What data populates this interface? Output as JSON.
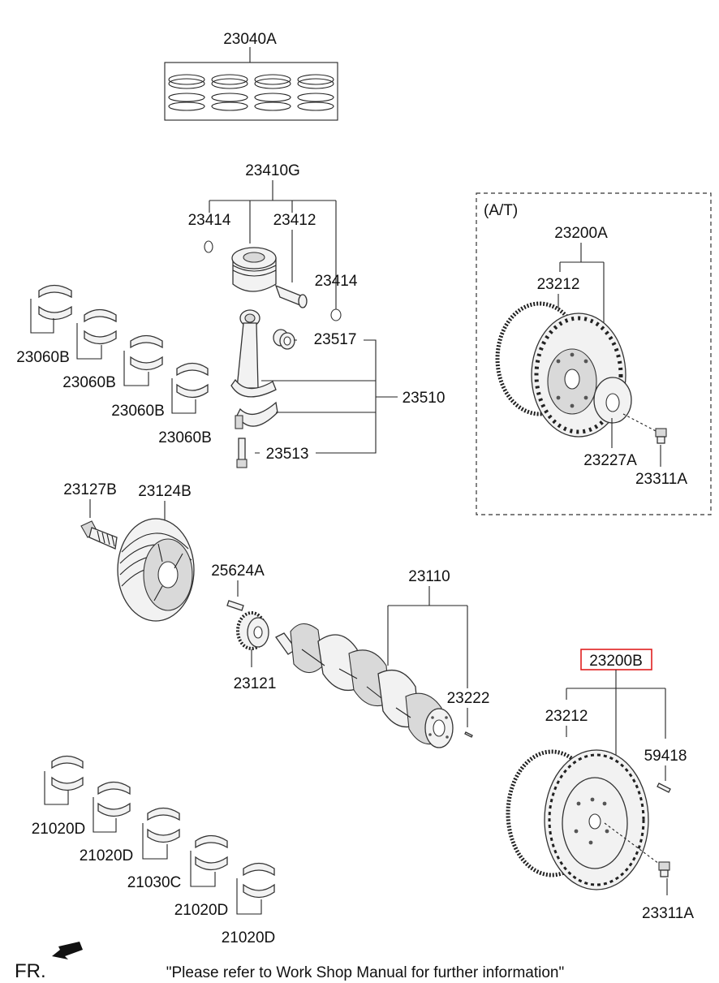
{
  "labels": {
    "p23040A": "23040A",
    "p23410G": "23410G",
    "p23414_l": "23414",
    "p23412": "23412",
    "p23414_r": "23414",
    "p23517": "23517",
    "p23510": "23510",
    "p23513": "23513",
    "p23060B_1": "23060B",
    "p23060B_2": "23060B",
    "p23060B_3": "23060B",
    "p23060B_4": "23060B",
    "at_title": "(A/T)",
    "p23200A": "23200A",
    "p23212_at": "23212",
    "p23227A": "23227A",
    "p23311A_at": "23311A",
    "p23127B": "23127B",
    "p23124B": "23124B",
    "p25624A": "25624A",
    "p23110": "23110",
    "p23121": "23121",
    "p23222": "23222",
    "p23200B": "23200B",
    "p23212_mt": "23212",
    "p59418": "59418",
    "p23311A_mt": "23311A",
    "p21020D_1": "21020D",
    "p21020D_2": "21020D",
    "p21030C": "21030C",
    "p21020D_3": "21020D",
    "p21020D_4": "21020D"
  },
  "footer": {
    "direction": "FR.",
    "note": "\"Please refer to Work Shop Manual for further information\""
  },
  "colors": {
    "highlight_box": "#e02020",
    "line": "#222222"
  }
}
